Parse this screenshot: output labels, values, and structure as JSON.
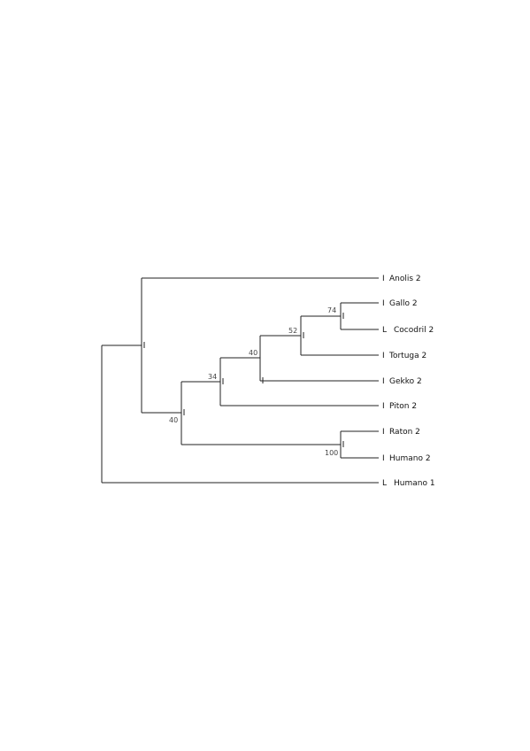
{
  "tree": {
    "taxa": [
      {
        "label": "Anolis 2",
        "marker": "I"
      },
      {
        "label": "Gallo 2",
        "marker": "I"
      },
      {
        "label": "Cocodril 2",
        "marker": "L"
      },
      {
        "label": "Tortuga 2",
        "marker": "I"
      },
      {
        "label": "Gekko 2",
        "marker": "I"
      },
      {
        "label": "Piton 2",
        "marker": "I"
      },
      {
        "label": "Raton 2",
        "marker": "I"
      },
      {
        "label": "Humano 2",
        "marker": "I"
      },
      {
        "label": "Humano 1",
        "marker": "L"
      }
    ],
    "support_values": [
      "74",
      "52",
      "40",
      "34",
      "40",
      "100"
    ]
  }
}
